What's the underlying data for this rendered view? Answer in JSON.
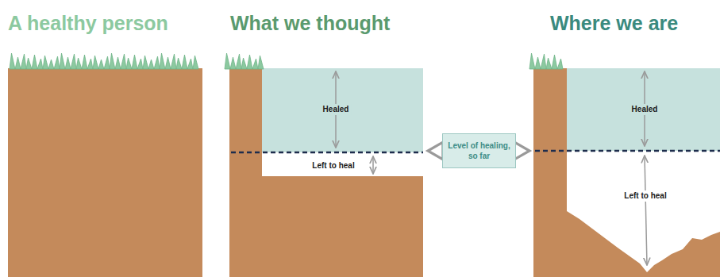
{
  "diagram": {
    "nodes": [
      {
        "text": [
          "Level of healing, so far"
        ]
      }
    ],
    "labels": [
      "A healthy person",
      "What we thought",
      "Where we are",
      "Healed",
      "Left to heal",
      "Healed",
      "Left to heal"
    ]
  }
}
